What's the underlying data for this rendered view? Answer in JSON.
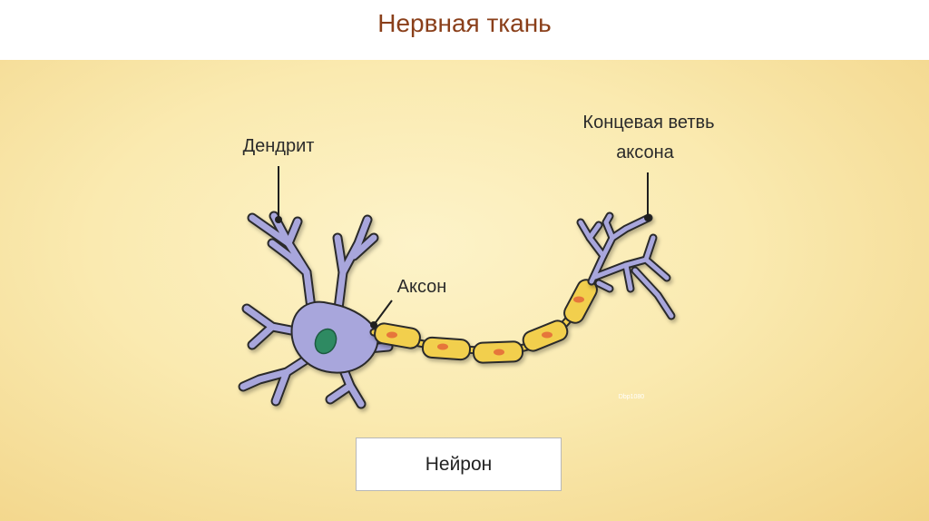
{
  "header": {
    "title": "Нервная ткань"
  },
  "diagram": {
    "labels": {
      "dendrite": "Дендрит",
      "axon": "Аксон",
      "terminal_line1": "Концевая ветвь",
      "terminal_line2": "аксона"
    },
    "watermark": "Dbp1080",
    "caption": "Нейрон"
  },
  "colors": {
    "title": "#8a3f1a",
    "cell_fill": "#a8a6dc",
    "nucleus": "#2e8a62",
    "myelin": "#f2cf4e",
    "myelin_nucleus": "#e6763a",
    "outline": "#2b2b2b"
  }
}
